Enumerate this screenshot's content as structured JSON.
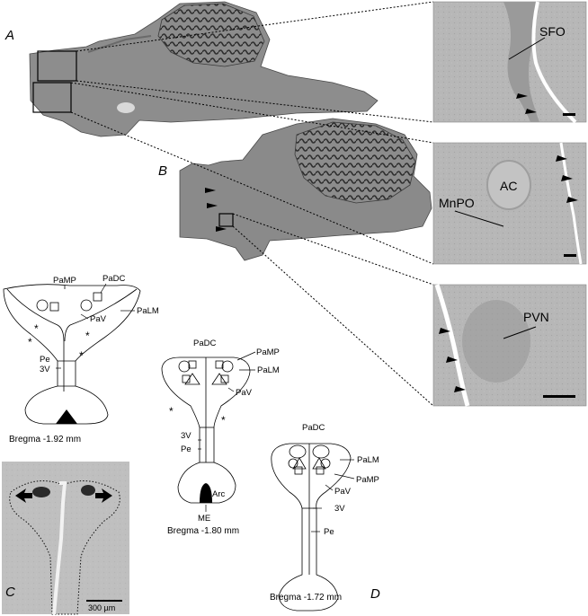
{
  "panels": {
    "A": "A",
    "B": "B",
    "C": "C",
    "D": "D"
  },
  "micro": {
    "sfo": "SFO",
    "ac": "AC",
    "mnpo": "MnPO",
    "pvn": "PVN"
  },
  "diagram_left": {
    "pamp": "PaMP",
    "padc": "PaDC",
    "palm": "PaLM",
    "pav": "PaV",
    "pe": "Pe",
    "v3": "3V",
    "bregma": "Bregma -1.92 mm"
  },
  "diagram_mid": {
    "padc": "PaDC",
    "pamp": "PaMP",
    "palm": "PaLM",
    "pav": "PaV",
    "v3": "3V",
    "pe": "Pe",
    "arc": "Arc",
    "me": "ME",
    "bregma": "Bregma -1.80 mm"
  },
  "diagram_right": {
    "padc": "PaDC",
    "palm": "PaLM",
    "pamp": "PaMP",
    "pav": "PaV",
    "v3": "3V",
    "pe": "Pe",
    "bregma": "Bregma -1.72 mm"
  },
  "photo_c": {
    "scale": "300 µm"
  },
  "colors": {
    "tissue": "#8a8a8a",
    "tissue_dark": "#5e5e5e",
    "micro_bg": "#b9b9b9",
    "ink": "#000000"
  }
}
